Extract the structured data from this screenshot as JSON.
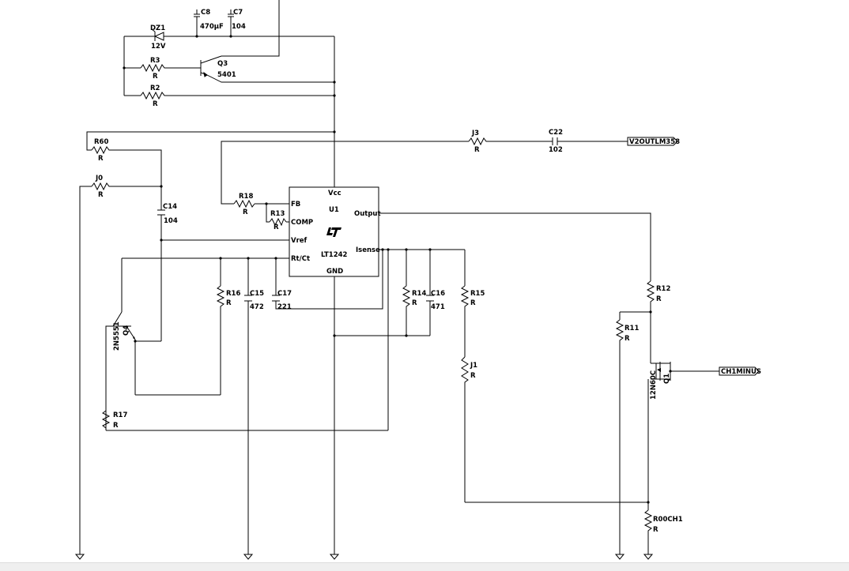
{
  "schematic": {
    "ic": {
      "ref": "U1",
      "part": "LT1242",
      "logo": "LT",
      "pins": {
        "vcc": "Vcc",
        "fb": "FB",
        "comp": "COMP",
        "vref": "Vref",
        "rtct": "Rt/Ct",
        "output": "Output",
        "isense": "Isense",
        "gnd": "GND"
      }
    },
    "components": {
      "dz1": {
        "ref": "DZ1",
        "value": "12V"
      },
      "c8": {
        "ref": "C8",
        "value": "470µF"
      },
      "c7": {
        "ref": "C7",
        "value": "104"
      },
      "r3": {
        "ref": "R3",
        "value": "R"
      },
      "q3": {
        "ref": "Q3",
        "value": "5401"
      },
      "r2": {
        "ref": "R2",
        "value": "R"
      },
      "r60": {
        "ref": "R60",
        "value": "R"
      },
      "j0": {
        "ref": "J0",
        "value": "R"
      },
      "c14": {
        "ref": "C14",
        "value": "104"
      },
      "r18": {
        "ref": "R18",
        "value": "R"
      },
      "r13": {
        "ref": "R13",
        "value": "R"
      },
      "j3": {
        "ref": "J3",
        "value": "R"
      },
      "c22": {
        "ref": "C22",
        "value": "102"
      },
      "r16": {
        "ref": "R16",
        "value": "R"
      },
      "c15": {
        "ref": "C15",
        "value": "472"
      },
      "c17": {
        "ref": "C17",
        "value": "221"
      },
      "r14": {
        "ref": "R14",
        "value": "R"
      },
      "c16": {
        "ref": "C16",
        "value": "471"
      },
      "r15": {
        "ref": "R15",
        "value": "R"
      },
      "j1": {
        "ref": "J1",
        "value": "R"
      },
      "q4": {
        "ref": "Q4",
        "value": "2N5551"
      },
      "r17": {
        "ref": "R17",
        "value": "R"
      },
      "r12": {
        "ref": "R12",
        "value": "R"
      },
      "r11": {
        "ref": "R11",
        "value": "R"
      },
      "q1": {
        "ref": "Q1",
        "value": "12N60C"
      },
      "r00ch1": {
        "ref": "R00CH1",
        "value": "R"
      }
    },
    "ports": {
      "v2out": "V2OUTLM358",
      "ch1minus": "CH1MINUS"
    }
  }
}
